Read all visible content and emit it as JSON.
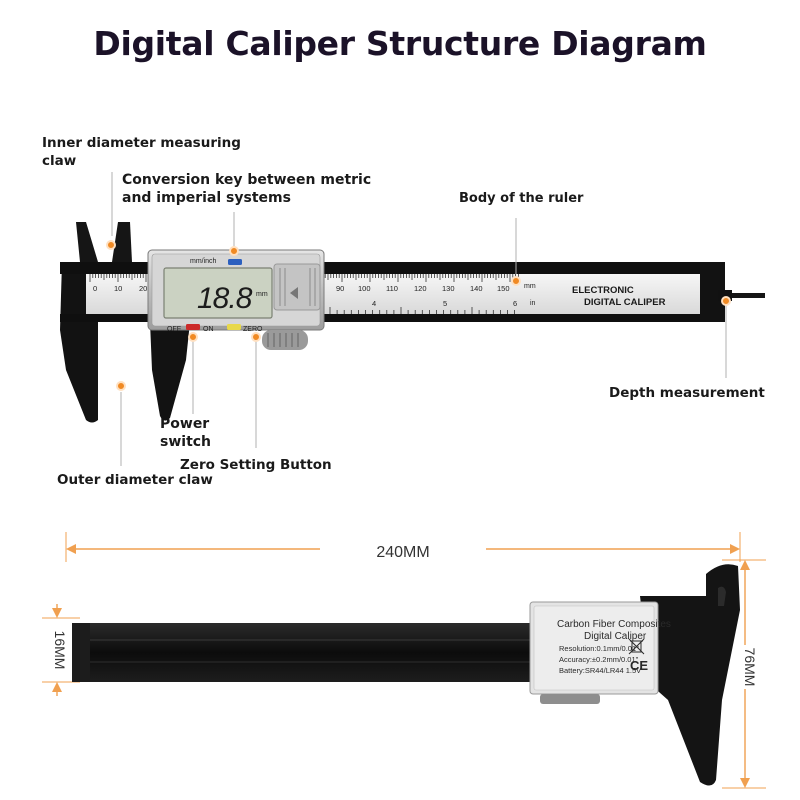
{
  "title": "Digital Caliper Structure Diagram",
  "callouts": {
    "inner_claw": "Inner diameter measuring claw",
    "conversion_key": "Conversion key between metric and imperial systems",
    "body": "Body of the ruler",
    "depth": "Depth measurement",
    "power": "Power switch",
    "zero": "Zero Setting Button",
    "outer_claw": "Outer diameter claw"
  },
  "caliper_front": {
    "display_value": "18.8",
    "display_unit": "mm",
    "unit_key_label": "mm/inch",
    "off_label": "OFF",
    "on_label": "ON",
    "zero_label": "ZERO",
    "brand_line1": "ELECTRONIC",
    "brand_line2": "DIGITAL CALIPER",
    "scale_mm_unit": "mm",
    "scale_in_unit": "in",
    "scale_top": [
      "0",
      "10",
      "20",
      "90",
      "100",
      "110",
      "120",
      "130",
      "140",
      "150"
    ],
    "scale_bottom": [
      "4",
      "5",
      "6"
    ]
  },
  "caliper_back": {
    "line1": "Carbon Fiber Composites",
    "line2": "Digital Caliper",
    "line3": "Resolution:0.1mm/0.01\"",
    "line4": "Accuracy:±0.2mm/0.01\"",
    "line5": "Battery:SR44/LR44 1.5V",
    "ce_mark": "CE"
  },
  "dimensions": {
    "length": "240MM",
    "width": "16MM",
    "height": "76MM"
  },
  "colors": {
    "title": "#1b1228",
    "callout_dot": "#f08a24",
    "dimension_line": "#f0a050",
    "caliper_body": "#111111",
    "scale_plate": "#ececec",
    "lcd": "#cbd2c2",
    "power_button": "#cc2a2a",
    "zero_button": "#e8d84a",
    "unit_key": "#2b5fbf"
  }
}
